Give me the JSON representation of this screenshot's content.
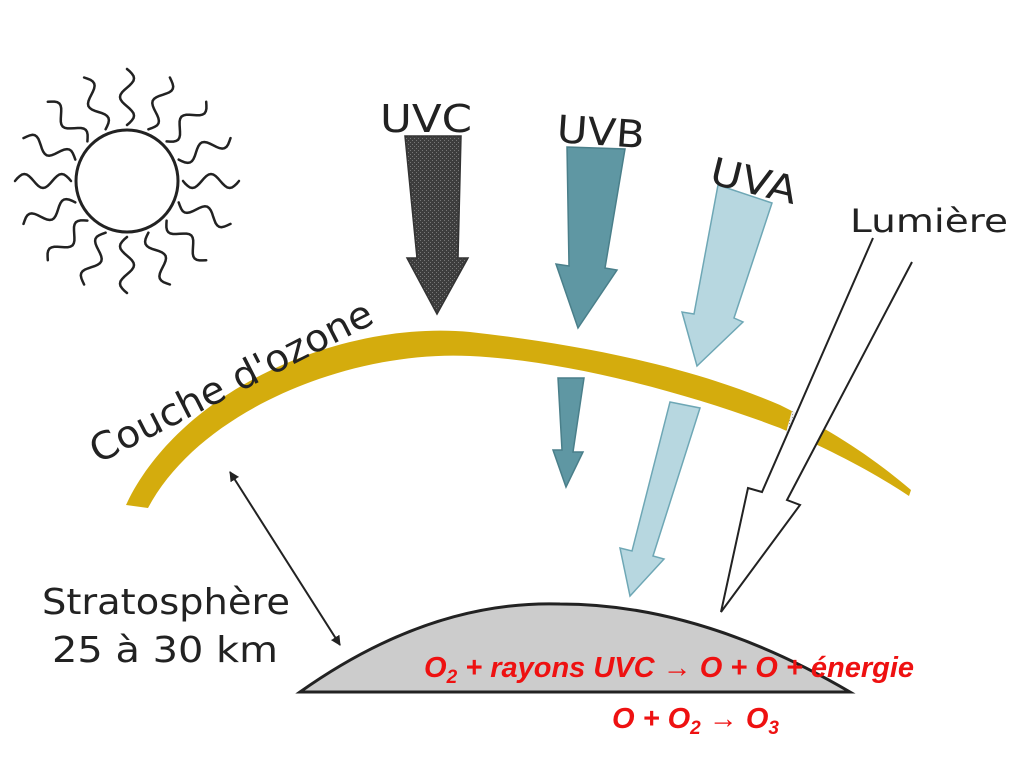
{
  "labels": {
    "uvc": "UVC",
    "uvb": "UVB",
    "uva": "UVA",
    "lumiere": "Lumière",
    "ozone_layer": "Couche d'ozone",
    "stratosphere": "Stratosphère",
    "altitude": "25 à 30 km"
  },
  "equation1": {
    "o": "O",
    "sub2": "2",
    "middle": " + rayons UVC → O + O + énergie"
  },
  "equation2": {
    "lhs": "O + O",
    "sub2": "2",
    "arrow": " → O",
    "sub3": "3"
  },
  "colors": {
    "ozone": "#d4ac0d",
    "uvc": "#3d3d3d",
    "uvb": "#5f97a3",
    "uva": "#b7d7e0",
    "earth": "#cccccc",
    "equation": "#ee1111"
  }
}
